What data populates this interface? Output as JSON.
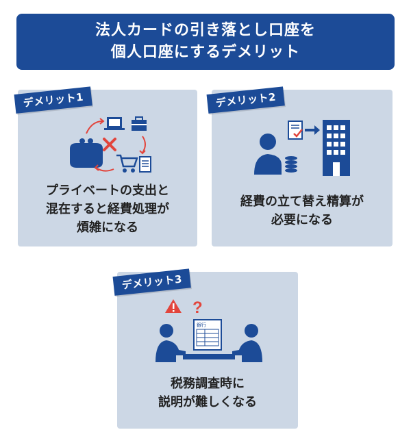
{
  "title": {
    "line1": "法人カードの引き落とし口座を",
    "line2": "個人口座にするデメリット"
  },
  "demerits": [
    {
      "tag": "デメリット1",
      "caption_lines": [
        "プライベートの支出と",
        "混在すると経費処理が",
        "煩雑になる"
      ]
    },
    {
      "tag": "デメリット2",
      "caption_lines": [
        "経費の立て替え精算が",
        "必要になる"
      ]
    },
    {
      "tag": "デメリット3",
      "caption_lines": [
        "税務調査時に",
        "説明が難しくなる"
      ]
    }
  ],
  "icon_labels": {
    "bank_doc": "銀行"
  },
  "colors": {
    "brand_blue": "#1c4b97",
    "card_bg": "#ccd7e5",
    "accent_red": "#e2453c"
  }
}
